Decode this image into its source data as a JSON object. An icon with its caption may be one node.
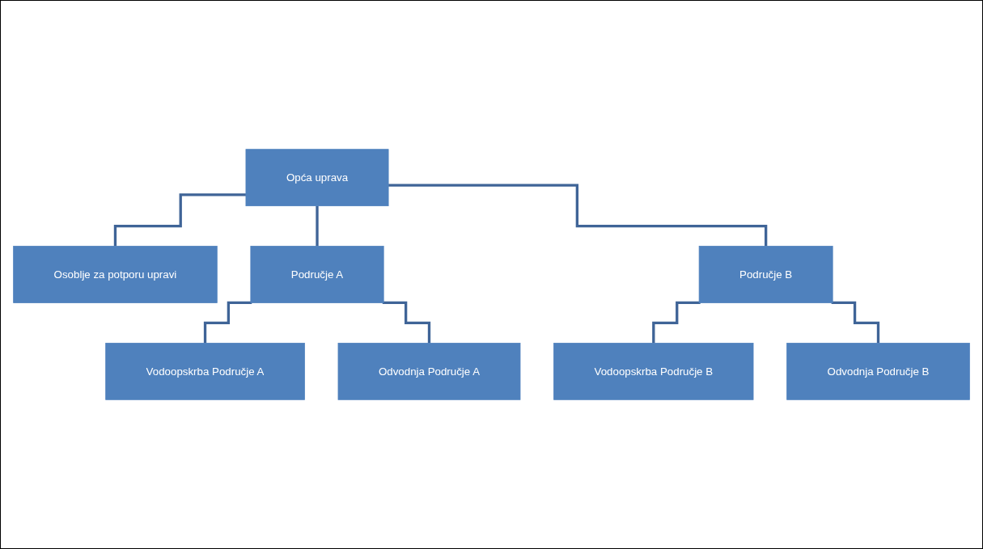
{
  "diagram": {
    "nodes": [
      {
        "text": [
          "Opća uprava"
        ]
      },
      {
        "text": [
          "Osoblje za potporu upravi"
        ]
      },
      {
        "text": [
          "Područje A"
        ]
      },
      {
        "text": [
          "Područje B"
        ]
      },
      {
        "text": [
          "Vodoopskrba Područje A"
        ]
      },
      {
        "text": [
          "Odvodnja Područje A"
        ]
      },
      {
        "text": [
          "Vodoopskrba Područje B"
        ]
      },
      {
        "text": [
          "Odvodnja Područje B"
        ]
      }
    ],
    "edges": [
      {
        "from": 0,
        "to": 1,
        "arrow": "none"
      },
      {
        "from": 0,
        "to": 2,
        "arrow": "none"
      },
      {
        "from": 0,
        "to": 3,
        "arrow": "none"
      },
      {
        "from": 2,
        "to": 4,
        "arrow": "none"
      },
      {
        "from": 2,
        "to": 5,
        "arrow": "none"
      },
      {
        "from": 3,
        "to": 6,
        "arrow": "none"
      },
      {
        "from": 3,
        "to": 7,
        "arrow": "none"
      }
    ]
  }
}
